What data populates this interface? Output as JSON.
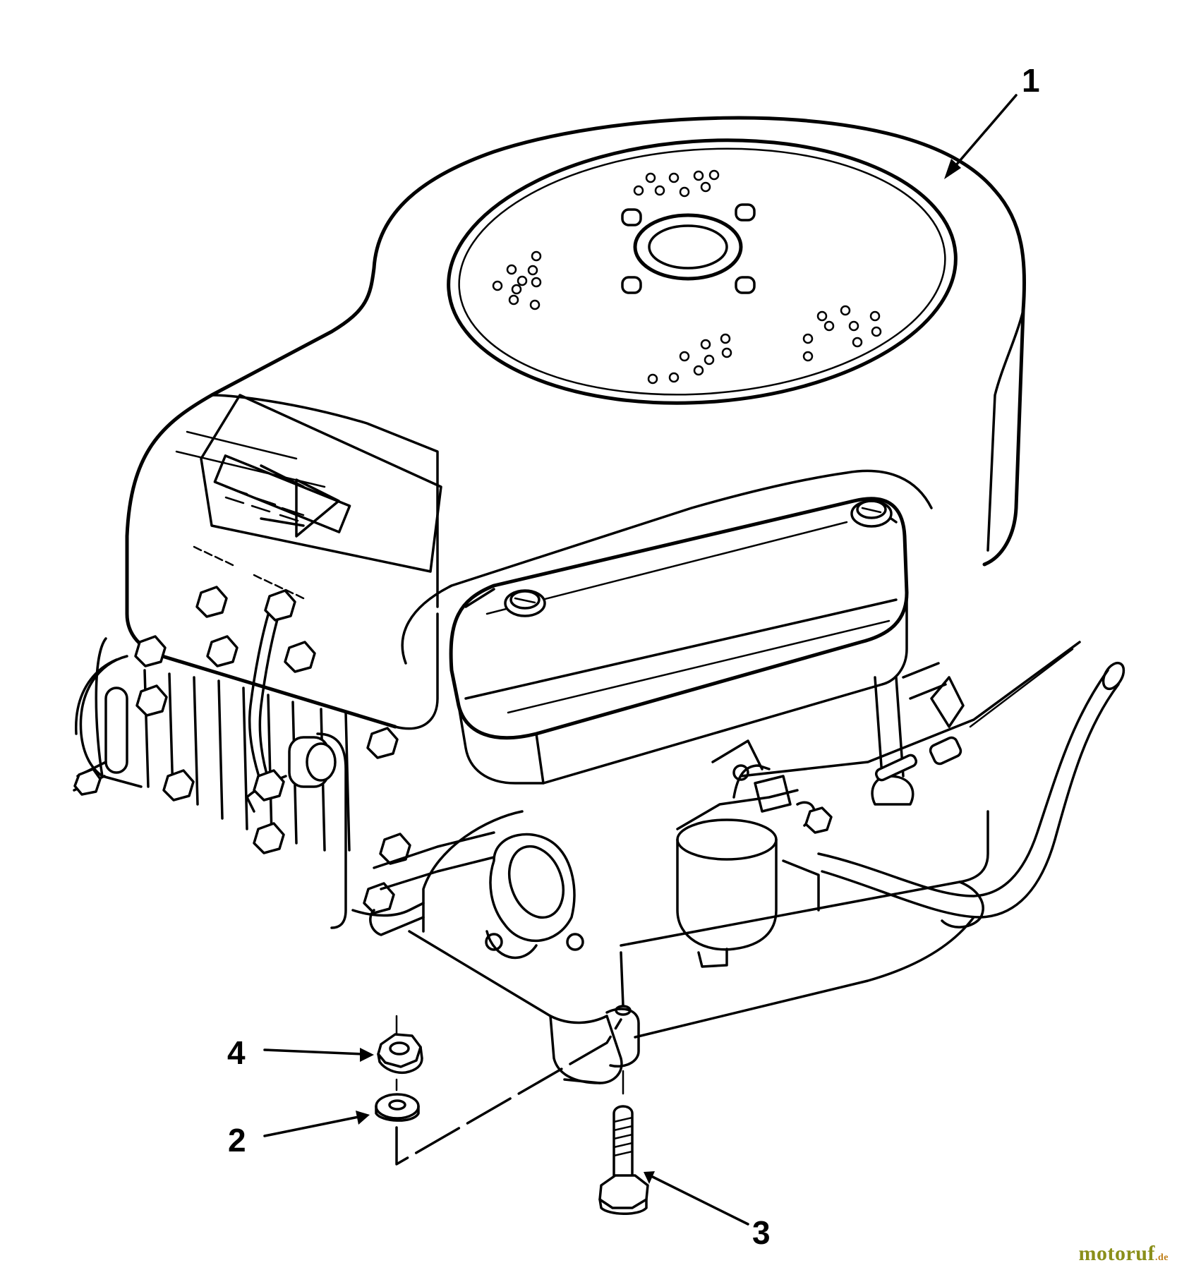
{
  "diagram": {
    "callouts": [
      {
        "id": "1",
        "label": "1"
      },
      {
        "id": "2",
        "label": "2"
      },
      {
        "id": "3",
        "label": "3"
      },
      {
        "id": "4",
        "label": "4"
      }
    ]
  },
  "watermark": {
    "text": "motoruf",
    "suffix": ".de"
  }
}
